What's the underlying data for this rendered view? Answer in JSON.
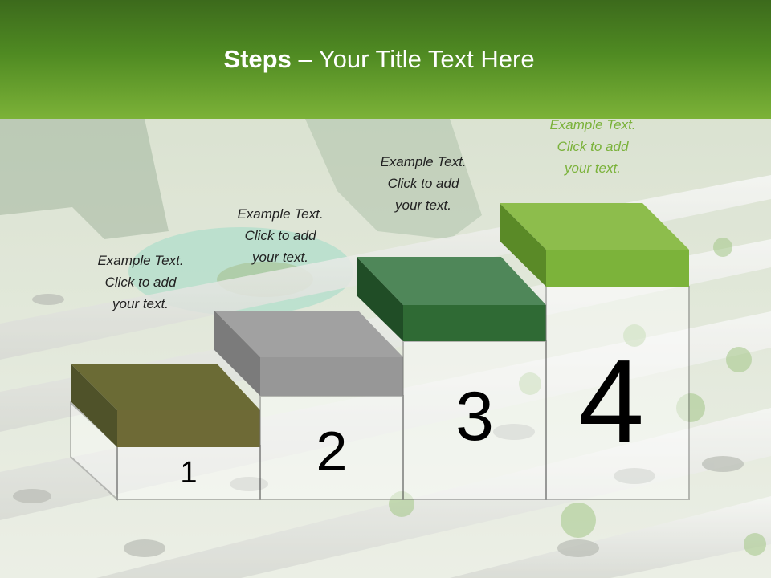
{
  "slide": {
    "title_bold": "Steps",
    "title_rest": " – Your Title Text Here",
    "colors": {
      "header_top": "#3c6a1c",
      "header_bottom": "#7cb238",
      "step1": "#6b6b35",
      "step2": "#9a9a9a",
      "step3": "#2f6a34",
      "step4": "#7cb33a"
    },
    "steps": [
      {
        "number": "1",
        "caption": [
          "Example Text.",
          "Click  to add",
          "your text."
        ]
      },
      {
        "number": "2",
        "caption": [
          "Example Text.",
          "Click  to add",
          "your text."
        ]
      },
      {
        "number": "3",
        "caption": [
          "Example Text.",
          "Click  to add",
          "your text."
        ]
      },
      {
        "number": "4",
        "caption": [
          "Example Text.",
          "Click  to add",
          "your text."
        ]
      }
    ]
  }
}
